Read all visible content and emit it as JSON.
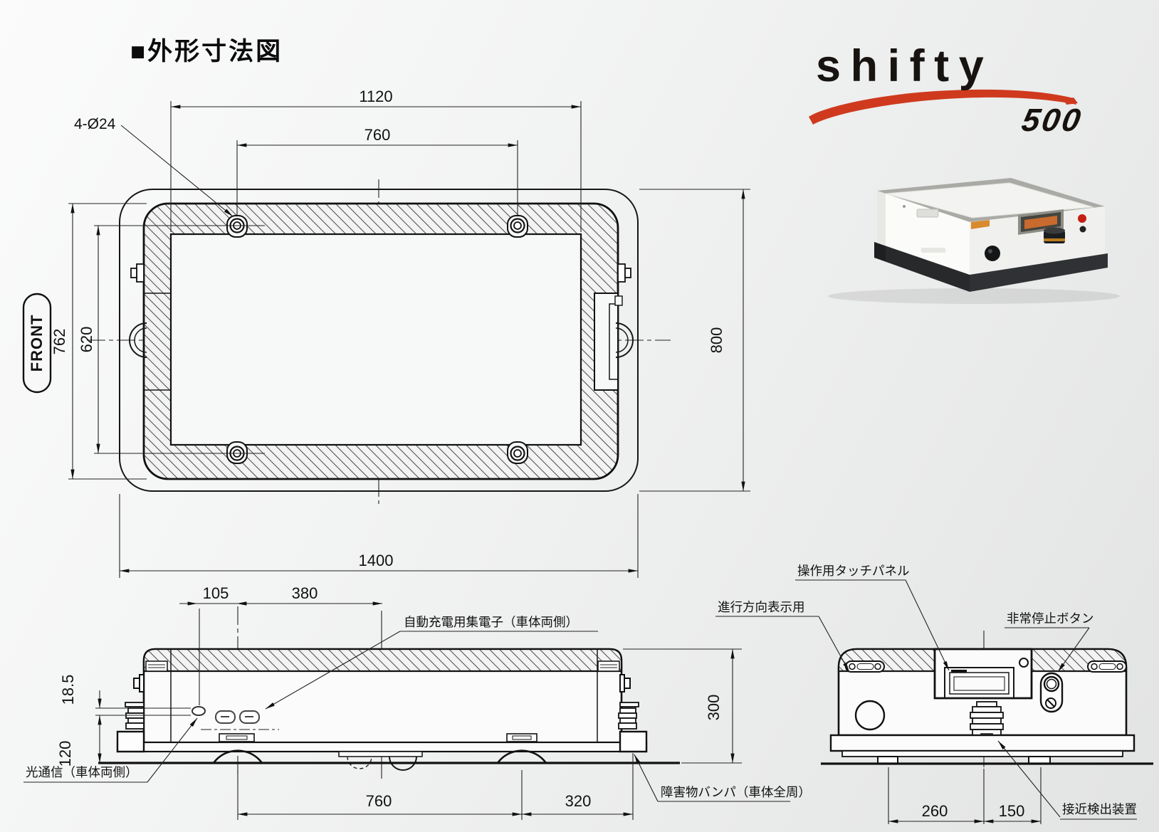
{
  "title": "■外形寸法図",
  "logo": {
    "brand": "shifty",
    "model": "500"
  },
  "top_view": {
    "front_badge": "FRONT",
    "hole_callout": "4-Ø24",
    "dim_inner_width": "1120",
    "dim_hole_pitch_x": "760",
    "dim_body_height": "762",
    "dim_hole_pitch_y": "620",
    "dim_overall_height": "800",
    "dim_overall_width": "1400"
  },
  "side_view": {
    "dim_comm_to_wheel": "105",
    "dim_wheel_to_center": "380",
    "dim_comm_height": "18.5",
    "dim_bumper_height": "120",
    "dim_wheelbase": "760",
    "dim_rear_overhang": "320",
    "dim_body_height": "300",
    "label_charger": "自動充電用集電子（車体両側）",
    "label_optical": "光通信（車体両側）",
    "label_bumper": "障害物バンパ（車体全周）"
  },
  "front_view": {
    "dim_left_offset": "260",
    "dim_right_offset": "150",
    "label_touch_panel": "操作用タッチパネル",
    "label_direction": "進行方向表示用",
    "label_estop": "非常停止ボタン",
    "label_proximity": "接近検出装置"
  },
  "colors": {
    "accent_red": "#cf3a1e",
    "line": "#111111",
    "background_start": "#fbfbfb",
    "background_end": "#e2e3e3"
  }
}
